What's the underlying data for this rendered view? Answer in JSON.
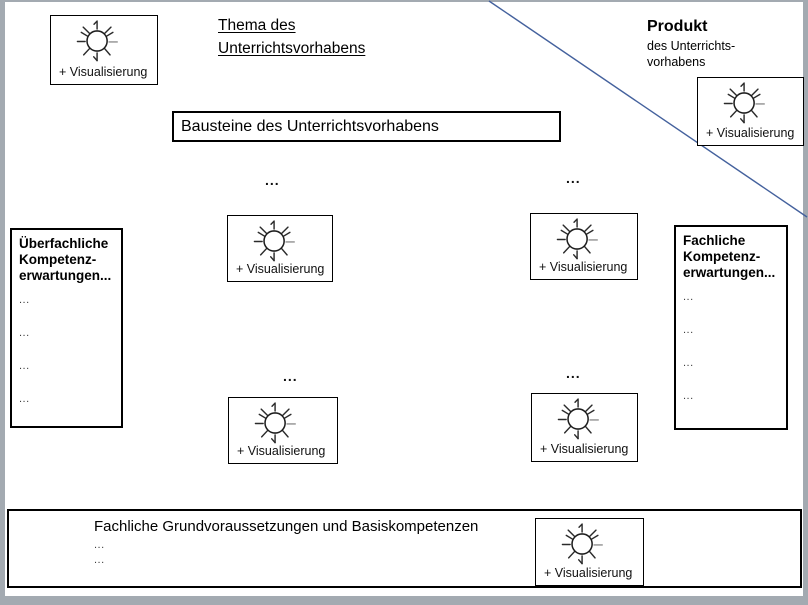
{
  "slide": {
    "viz_label": "+ Visualisierung",
    "thema_title": {
      "line1": "Thema des",
      "line2": "Unterrichtsvorhabens"
    },
    "produkt": {
      "title": "Produkt",
      "subtitle_line1": "des Unterrichts-",
      "subtitle_line2": "vorhabens"
    },
    "bausteine_label": "Bausteine des Unterrichtsvorhabens",
    "ueberfachliche_box": {
      "heading_line1": "Überfachliche",
      "heading_line2": "Kompetenz-",
      "heading_line3": "erwartungen...",
      "items": [
        "...",
        "...",
        "...",
        "..."
      ]
    },
    "fachliche_box": {
      "heading_line1": "Fachliche",
      "heading_line2": "Kompetenz-",
      "heading_line3": "erwartungen...",
      "items": [
        "...",
        "...",
        "...",
        "..."
      ]
    },
    "placeholders": {
      "top_left": "...",
      "top_right": "...",
      "bottom_left": "...",
      "bottom_right": "..."
    },
    "grundvoraussetzungen": {
      "title": "Fachliche Grundvoraussetzungen und Basiskompetenzen",
      "items": [
        "...",
        "..."
      ]
    },
    "colors": {
      "diagonal_line": "#44619d",
      "frame_gray": "#a3aab1",
      "box_border": "#000000"
    }
  }
}
